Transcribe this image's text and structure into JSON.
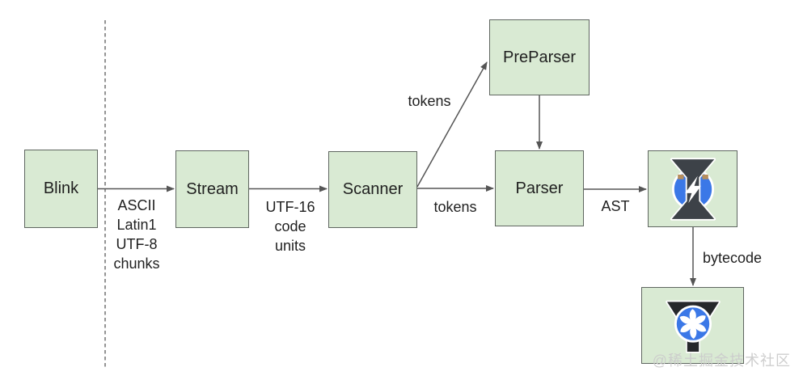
{
  "colors": {
    "node_fill": "#d9ead3",
    "node_border": "#5f6660",
    "connector": "#555555",
    "dashed": "#949494",
    "text": "#1f1f1f",
    "icon_blue": "#3b78e7",
    "ignition_dark": "#3d4248",
    "turbofan_dark": "#26282b",
    "contact_tan": "#b68e5d",
    "watermark": "#cccccc"
  },
  "nodes": {
    "blink": {
      "label": "Blink"
    },
    "stream": {
      "label": "Stream"
    },
    "scanner": {
      "label": "Scanner"
    },
    "preparser": {
      "label": "PreParser"
    },
    "parser": {
      "label": "Parser"
    },
    "ignition": {
      "icon": "ignition-logo"
    },
    "turbofan": {
      "icon": "turbofan-logo"
    }
  },
  "edge_labels": {
    "encoding_chunks": "ASCII\nLatin1\nUTF-8\nchunks",
    "utf16_code_units": "UTF-16\ncode\nunits",
    "tokens_to_preparser": "tokens",
    "tokens_to_parser": "tokens",
    "ast": "AST",
    "bytecode": "bytecode"
  },
  "watermark": {
    "text": "@稀土掘金技术社区"
  }
}
